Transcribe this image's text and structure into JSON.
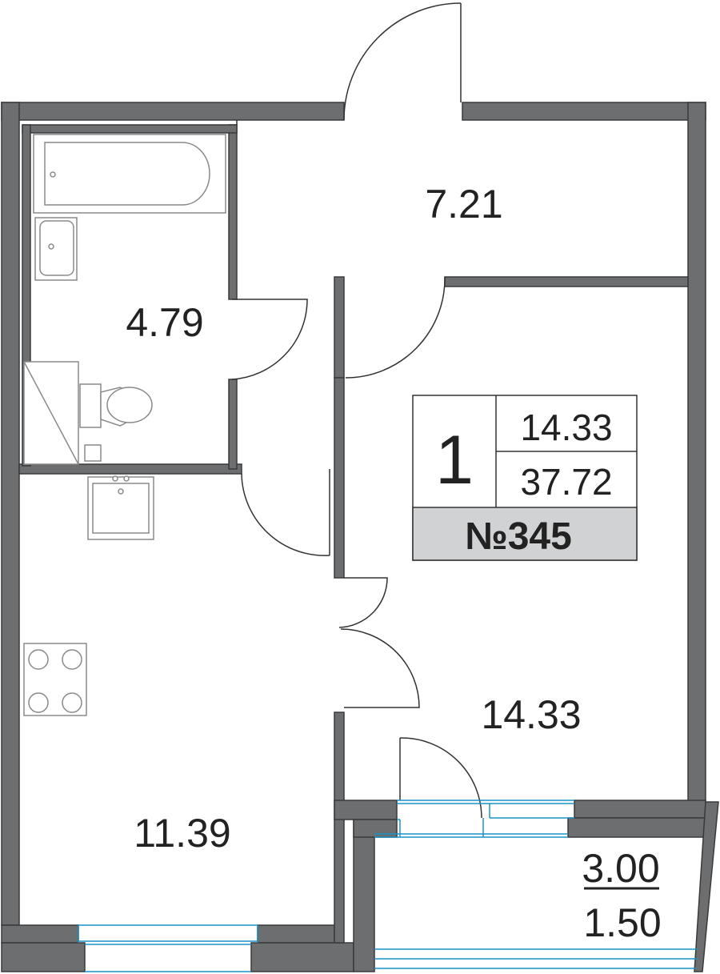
{
  "rooms": {
    "hall_area": "7.21",
    "bathroom_area": "4.79",
    "bedroom_area": "14.33",
    "kitchen_area": "11.39",
    "balcony_area": "3.00",
    "balcony_area_reduced": "1.50"
  },
  "badge": {
    "rooms_count": "1",
    "living_area": "14.33",
    "total_area": "37.72",
    "unit_number": "№345"
  },
  "colors": {
    "wall": "#6d6e70",
    "wall_outline": "#3a3a3c",
    "line": "#333333",
    "fixture": "#8a8a8c",
    "window": "#1a93c9",
    "badge_fill": "#d1d2d4"
  }
}
